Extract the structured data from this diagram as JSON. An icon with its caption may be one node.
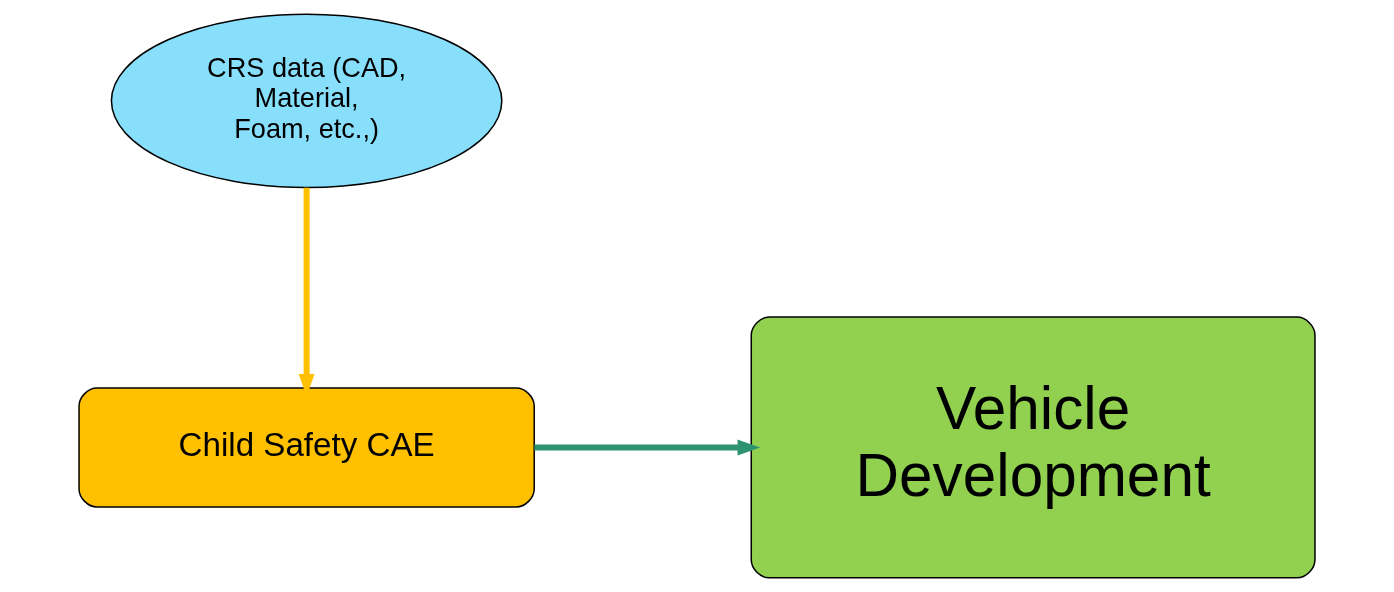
{
  "diagram": {
    "nodes": [
      {
        "text": [
          "CRS data (CAD, Material, Foam, etc.,)"
        ]
      },
      {
        "text": [
          "Child Safety CAE"
        ]
      },
      {
        "text": [
          "Vehicle Development"
        ]
      }
    ],
    "edges": [
      {
        "from": 0,
        "to": 1,
        "arrow": "to",
        "color": "#ffc000"
      },
      {
        "from": 1,
        "to": 2,
        "arrow": "to",
        "color": "#2e9470"
      }
    ]
  }
}
